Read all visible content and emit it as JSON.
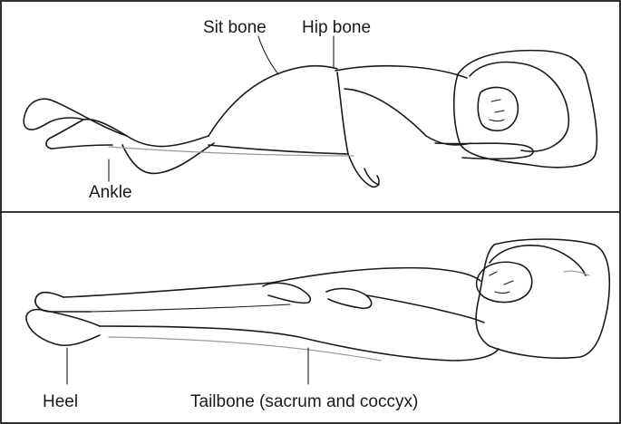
{
  "panels": [
    {
      "id": "side-lying",
      "labels": {
        "sit_bone": "Sit bone",
        "hip_bone": "Hip bone",
        "ankle": "Ankle"
      }
    },
    {
      "id": "back-lying",
      "labels": {
        "heel": "Heel",
        "tailbone": "Tailbone (sacrum and coccyx)"
      }
    }
  ]
}
